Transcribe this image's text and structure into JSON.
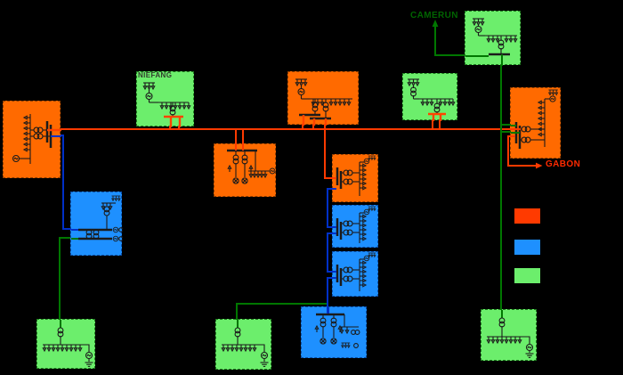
{
  "diagram": {
    "labels": {
      "niefang": "NIEFANG",
      "camerun": "CAMERUN",
      "gabon": "GABON"
    },
    "legend": {
      "items": [
        {
          "id": "legend-orange",
          "color": "#FF3A00"
        },
        {
          "id": "legend-blue",
          "color": "#1E90FF"
        },
        {
          "id": "legend-green",
          "color": "#6CEE6C"
        }
      ]
    },
    "palette": {
      "background": "#000000",
      "box_orange": "#FF6A00",
      "box_blue": "#1E90FF",
      "box_green": "#6CEE6C",
      "wire_red": "#FF3A00",
      "wire_green": "#007700",
      "wire_blue": "#0030C8",
      "camerun_text_color": "#006400",
      "gabon_text_color": "#FF2A00",
      "symbol_ink": "#1B1B1B"
    }
  }
}
